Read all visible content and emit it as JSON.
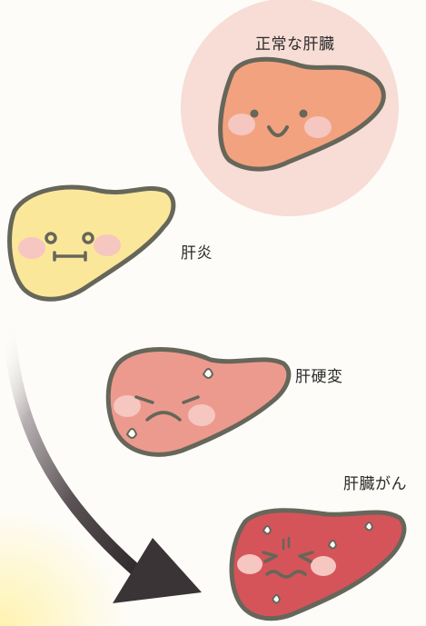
{
  "labels": {
    "normal_liver": "正常な肝臓",
    "hepatitis": "肝炎",
    "cirrhosis": "肝硬変",
    "liver_cancer": "肝臓がん"
  },
  "colors": {
    "background": "#fdfcf8",
    "highlight_circle": "#f7ddd5",
    "normal_liver": "#f2a27f",
    "hepatitis_liver": "#fbe79a",
    "cirrhosis_liver": "#ec9a8e",
    "cancer_liver": "#d4545a",
    "outline": "#66665a",
    "cheek": "#f6c6c0",
    "arrow": "#3a3436"
  },
  "icons": {
    "normal": "smiling-liver-icon",
    "hepatitis": "neutral-liver-icon",
    "cirrhosis": "sad-liver-icon",
    "cancer": "suffering-liver-icon",
    "progression": "curved-arrow-icon"
  }
}
